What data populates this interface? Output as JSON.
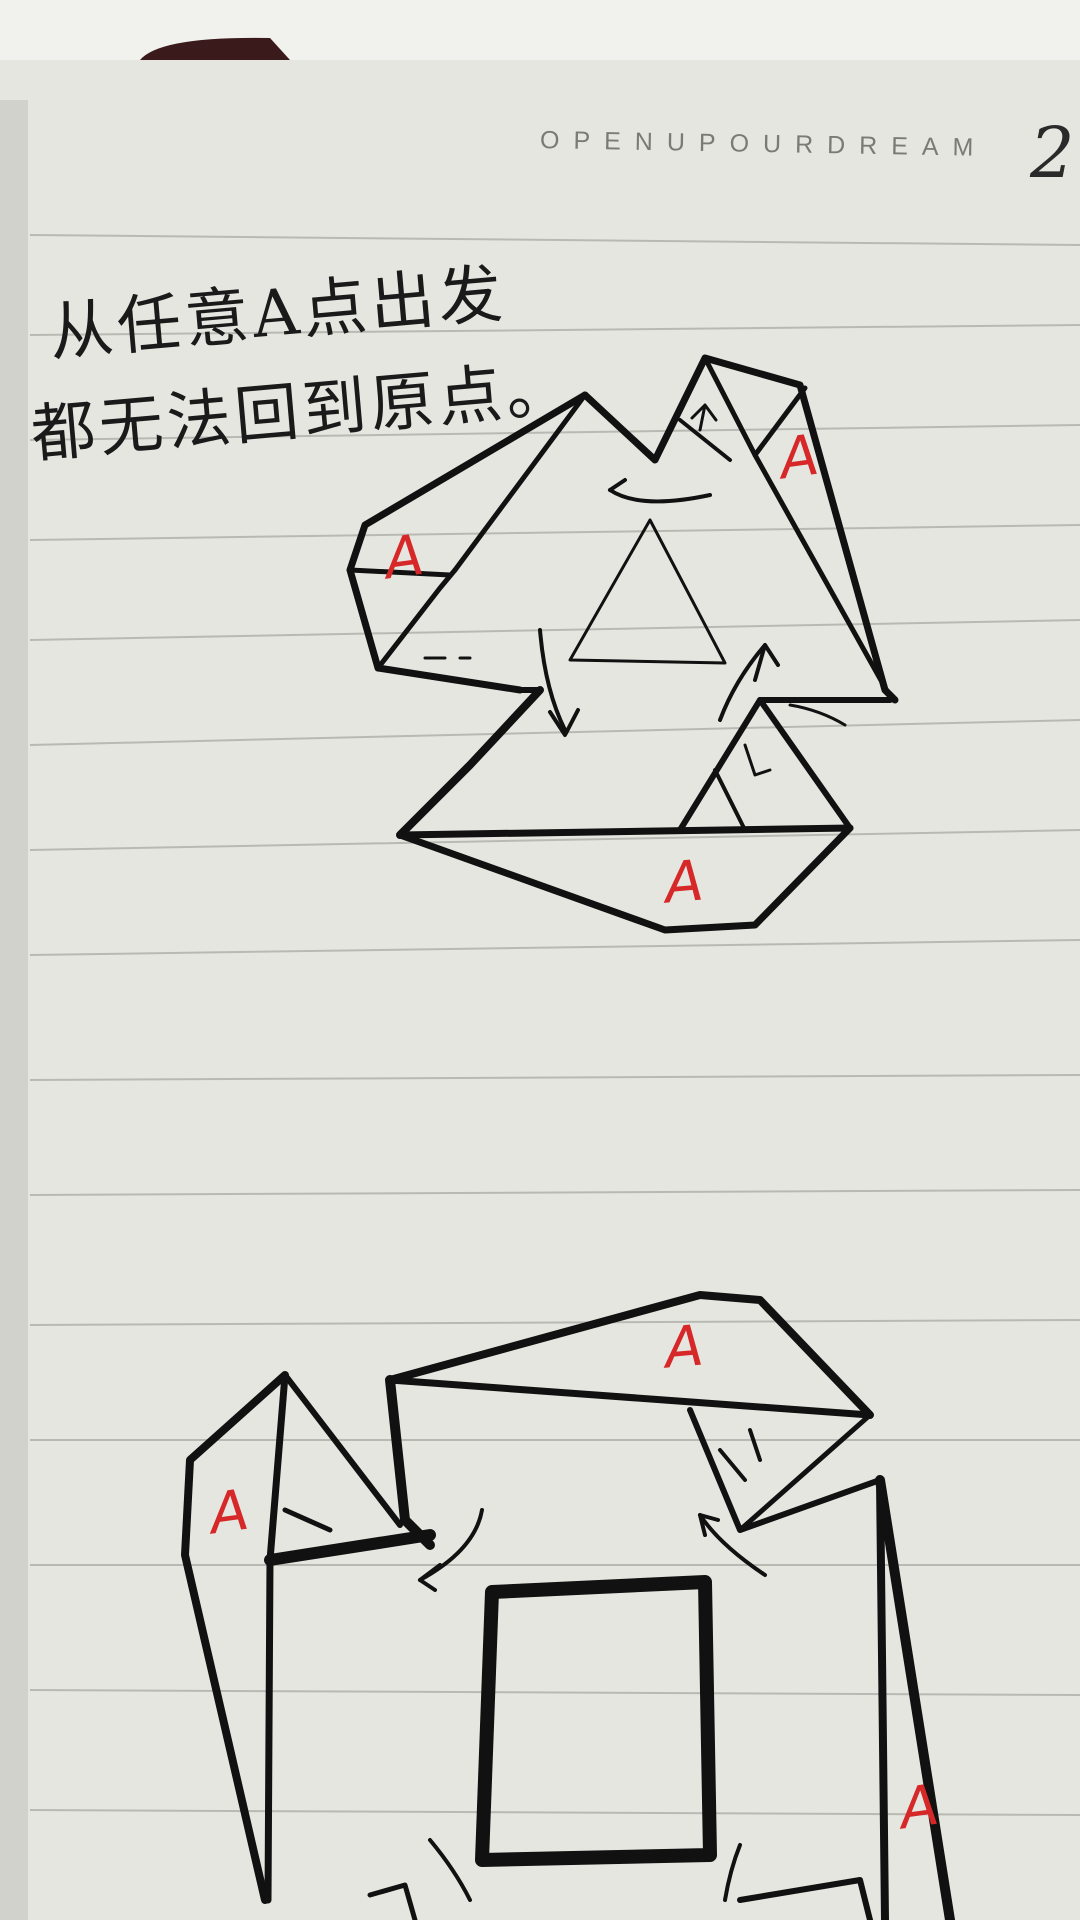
{
  "notebook": {
    "brand": "OPENUPOURDREAM",
    "page_number": "2"
  },
  "handwriting": {
    "line1": "从任意A点出发",
    "line2": "都无法回到原点。"
  },
  "labels": {
    "a1": "A",
    "a2": "A",
    "a3": "A",
    "a4": "A",
    "a5": "A",
    "a6": "A"
  },
  "colors": {
    "paper": "#e6e6e1",
    "ink": "#111111",
    "red_ink": "#d62828",
    "rule_line": "#b9b9b4"
  }
}
